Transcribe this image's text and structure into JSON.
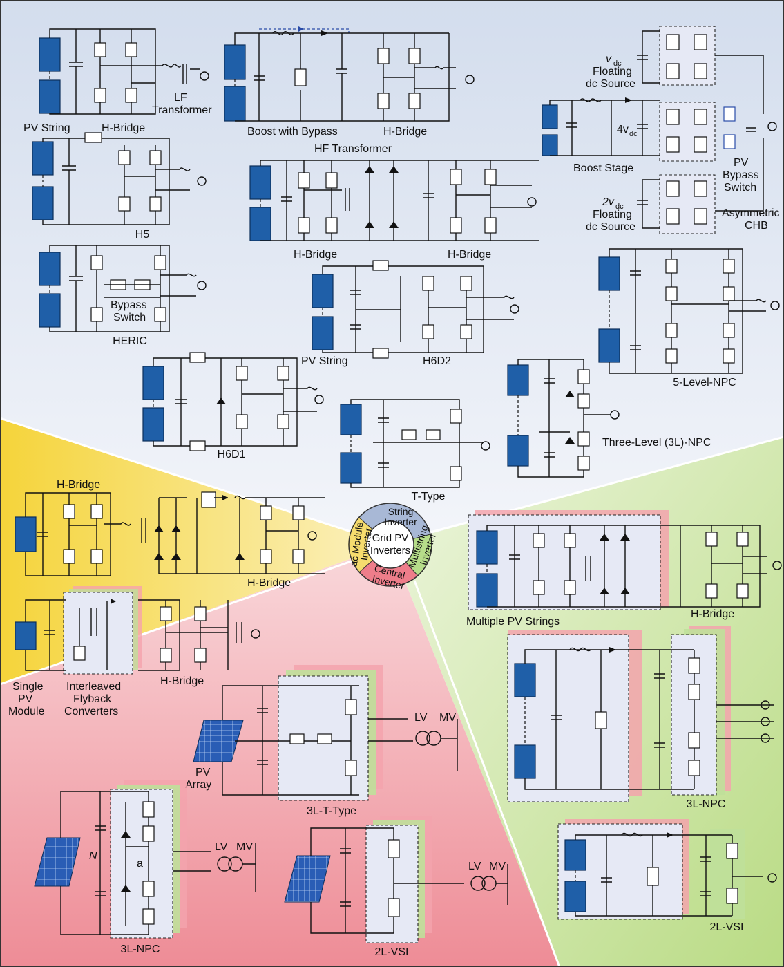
{
  "figure": {
    "center": {
      "label_line1": "Grid PV",
      "label_line2": "Inverters"
    },
    "ring": {
      "string": {
        "line1": "String",
        "line2": "Inverter"
      },
      "multistring": {
        "line1": "Multistring",
        "line2": "Inverter"
      },
      "central": {
        "line1": "Central",
        "line2": "Inverter"
      },
      "acmodule": {
        "line1": "ac Module",
        "line2": "Inverter"
      }
    },
    "string_section": {
      "pv_string": "PV String",
      "h_bridge_1": "H-Bridge",
      "lf_transformer_1": "LF",
      "lf_transformer_2": "Transformer",
      "boost_bypass": "Boost with Bypass",
      "h_bridge_2": "H-Bridge",
      "h5": "H5",
      "hf_transformer": "HF Transformer",
      "h_bridge_3": "H-Bridge",
      "h_bridge_4": "H-Bridge",
      "heric": "HERIC",
      "bypass_1": "Bypass",
      "bypass_2": "Switch",
      "pv_string_2": "PV String",
      "h6d2": "H6D2",
      "h6d1": "H6D1",
      "t_type": "T-Type",
      "three_level_npc": "Three-Level (3L)-NPC",
      "five_level_npc": "5-Level-NPC",
      "vdc_floating_1": "Floating",
      "vdc_floating_2": "dc Source",
      "vdc": "v",
      "vdc_sub": "dc",
      "boost_stage": "Boost Stage",
      "four_vdc": "4v",
      "four_vdc_sub": "dc",
      "pv_bypass_1": "PV",
      "pv_bypass_2": "Bypass",
      "pv_bypass_3": "Switch",
      "two_vdc": "2v",
      "two_vdc_sub": "dc",
      "two_floating_1": "Floating",
      "two_floating_2": "dc Source",
      "asym_1": "Asymmetric",
      "asym_2": "CHB"
    },
    "acmodule_section": {
      "h_bridge_top": "H-Bridge",
      "h_bridge_bottom": "H-Bridge",
      "h_bridge_2": "H-Bridge",
      "single_pv_1": "Single",
      "single_pv_2": "PV",
      "single_pv_3": "Module",
      "interleaved_1": "Interleaved",
      "interleaved_2": "Flyback",
      "interleaved_3": "Converters"
    },
    "multistring_section": {
      "multiple_pv": "Multiple PV Strings",
      "h_bridge": "H-Bridge",
      "three_l_npc": "3L-NPC",
      "two_l_vsi": "2L-VSI"
    },
    "central_section": {
      "pv_array_1": "PV",
      "pv_array_2": "Array",
      "lv": "LV",
      "mv": "MV",
      "t_type": "3L-T-Type",
      "n_label": "N",
      "a_label": "a",
      "lv2": "LV",
      "mv2": "MV",
      "three_l_npc": "3L-NPC",
      "lv3": "LV",
      "mv3": "MV",
      "two_l_vsi": "2L-VSI"
    },
    "colors": {
      "string_bg": "#e3eaf4",
      "acmodule_bg": "#f7df6b",
      "central_bg": "#f1a0a8",
      "multistring_bg": "#cfe6a6",
      "panel": "#1f5fa8",
      "ring_blue": "#a8b8d6",
      "ring_green": "#b6dd8a",
      "ring_red": "#ee7d8a",
      "ring_yellow": "#f6dc6e"
    }
  }
}
